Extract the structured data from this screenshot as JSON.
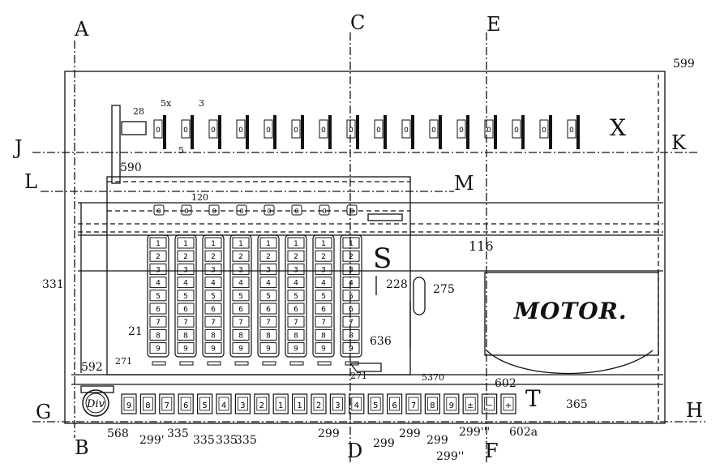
{
  "section_letters": {
    "A": "A",
    "B": "B",
    "C": "C",
    "D": "D",
    "E": "E",
    "F": "F",
    "G": "G",
    "H": "H",
    "J": "J",
    "K": "K",
    "L": "L",
    "M": "M",
    "S": "S",
    "T": "T",
    "X": "X"
  },
  "refs": {
    "r599": "599",
    "r5x": "5x",
    "r3": "3",
    "r5": "5",
    "r28": "28",
    "r590": "590",
    "r120": "120",
    "r116": "116",
    "r331": "331",
    "r228": "228",
    "r275": "275",
    "r21": "21",
    "r636": "636",
    "r592": "592",
    "r271": "271",
    "r271b": "271",
    "r5370": "5370",
    "r602": "602",
    "r602a": "602a",
    "r365": "365",
    "r568": "568",
    "r299a": "299'",
    "r335a": "335",
    "r335b": "335",
    "r335c": "335",
    "r335d": "335",
    "r299b": "299",
    "r299c": "299",
    "r299d": "299",
    "r299e": "299",
    "r299f": "299'''",
    "r299g": "299''"
  },
  "motor_label": "MOTOR.",
  "div_label": "Div",
  "register_digit": "0",
  "keyboard_digits": [
    "1",
    "2",
    "3",
    "4",
    "5",
    "6",
    "7",
    "8",
    "9"
  ],
  "keyboard_bottom_keys": [
    "9",
    "8",
    "7",
    "6",
    "5",
    "4",
    "3",
    "2",
    "1",
    "1",
    "2",
    "3",
    "4",
    "5",
    "6",
    "7",
    "8",
    "9",
    "±",
    "−",
    "+"
  ],
  "colors": {
    "ink": "#111111",
    "paper": "#ffffff"
  }
}
